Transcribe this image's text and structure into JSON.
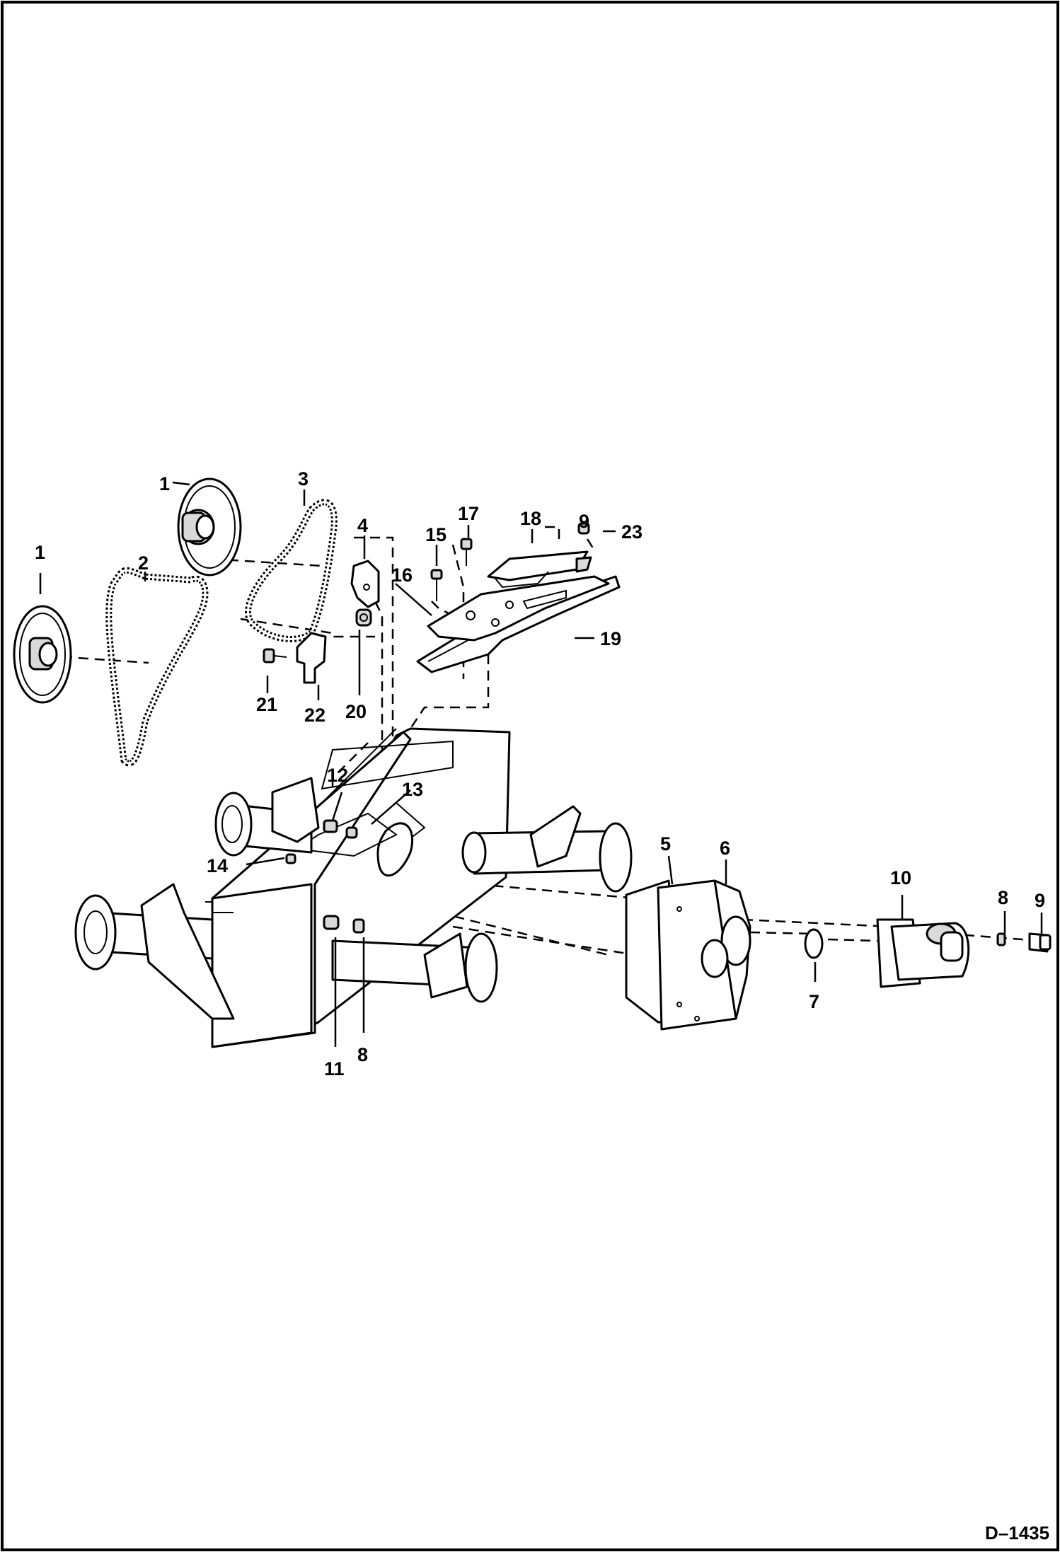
{
  "figure_id": "D–1435",
  "callouts": {
    "c1a": "1",
    "c1b": "1",
    "c2": "2",
    "c3": "3",
    "c4": "4",
    "c5": "5",
    "c6": "6",
    "c7": "7",
    "c8a": "8",
    "c8b": "8",
    "c9a": "9",
    "c9b": "9",
    "c10": "10",
    "c11": "11",
    "c12": "12",
    "c13": "13",
    "c14": "14",
    "c15": "15",
    "c16": "16",
    "c17": "17",
    "c18": "18",
    "c19": "19",
    "c20": "20",
    "c21": "21",
    "c22": "22",
    "c23": "23"
  }
}
